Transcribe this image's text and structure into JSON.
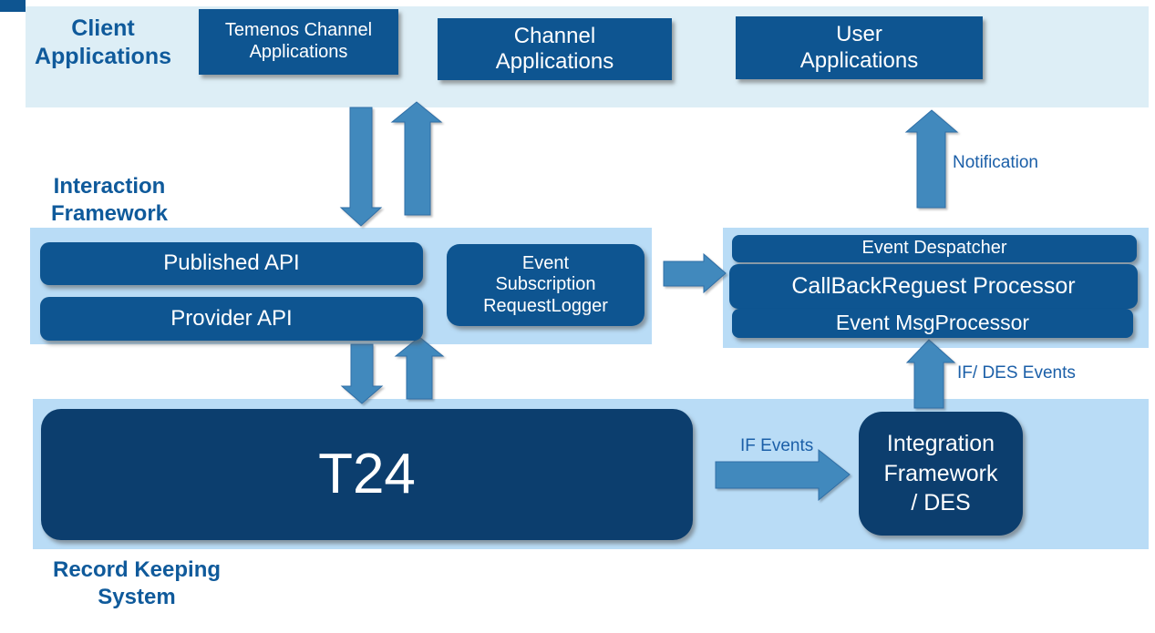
{
  "colors": {
    "band_light": "#ddeef6",
    "band_blue": "#b9dcf6",
    "box_blue": "#0e5591",
    "box_navy": "#0c3e6e",
    "arrow": "#4189bd",
    "label_text": "#0f5a9b",
    "small_label": "#1b5fa8"
  },
  "labels": {
    "client": "Client\nApplications",
    "interaction": "Interaction\nFramework",
    "record": "Record Keeping\nSystem",
    "notification": "Notification",
    "if_des_events": "IF/ DES Events",
    "if_events": "IF Events"
  },
  "boxes": {
    "temenos": "Temenos Channel\nApplications",
    "channel": "Channel\nApplications",
    "user": "User\nApplications",
    "published_api": "Published API",
    "provider_api": "Provider API",
    "event_subscription": "Event\nSubscription\nRequestLogger",
    "event_despatcher": "Event Despatcher",
    "callback_processor": "CallBackReguest Processor",
    "event_msgprocessor": "Event MsgProcessor",
    "t24": "T24",
    "integration": "Integration\nFramework\n/ DES"
  }
}
